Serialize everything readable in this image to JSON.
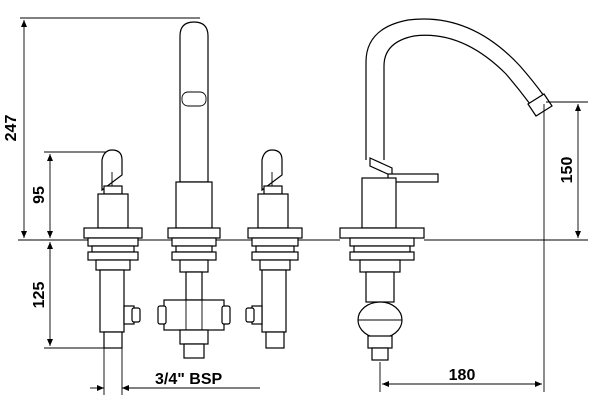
{
  "dimensions": {
    "total_height": "247",
    "handle_height": "95",
    "body_height": "125",
    "spout_height": "150",
    "spout_reach": "180",
    "thread": "3/4\" BSP"
  },
  "colors": {
    "line": "#000000",
    "background": "#ffffff"
  }
}
